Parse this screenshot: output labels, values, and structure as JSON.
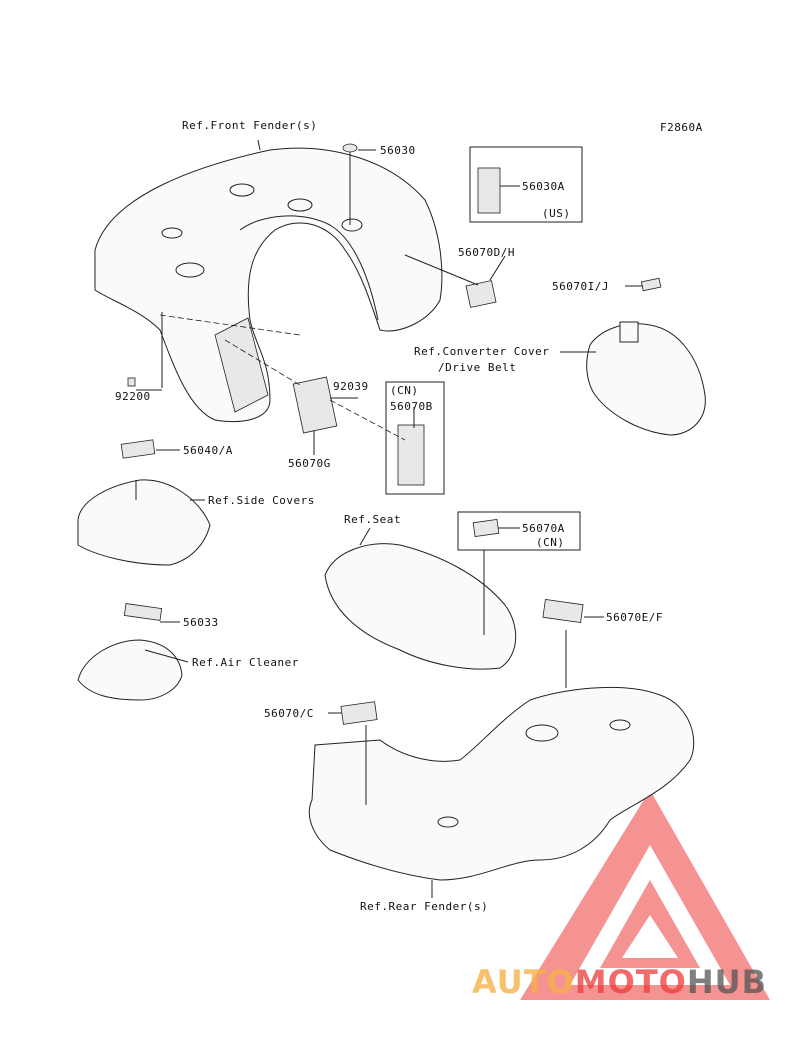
{
  "diagram": {
    "code": "F2860A",
    "callouts": {
      "p56030": "56030",
      "p56030A": "56030A",
      "us": "(US)",
      "p56070DH": "56070D/H",
      "p56070IJ": "56070I/J",
      "p92039": "92039",
      "cn1": "(CN)",
      "p56070B": "56070B",
      "p92200": "92200",
      "p56070G": "56070G",
      "p56040A": "56040/A",
      "p56070A": "56070A",
      "cn2": "(CN)",
      "p56033": "56033",
      "p56070EF": "56070E/F",
      "p56070C": "56070/C"
    },
    "refs": {
      "front_fender": "Ref.Front Fender(s)",
      "converter_cover_1": "Ref.Converter Cover",
      "converter_cover_2": "/Drive Belt",
      "side_covers": "Ref.Side Covers",
      "seat": "Ref.Seat",
      "air_cleaner": "Ref.Air Cleaner",
      "rear_fender": "Ref.Rear Fender(s)"
    }
  },
  "watermark": {
    "part1": "AUTO",
    "part2": "MOTO",
    "part3": "HUB",
    "color_orange": "#f7b24a",
    "color_red": "#ee3a3a",
    "color_gray": "#555555"
  }
}
